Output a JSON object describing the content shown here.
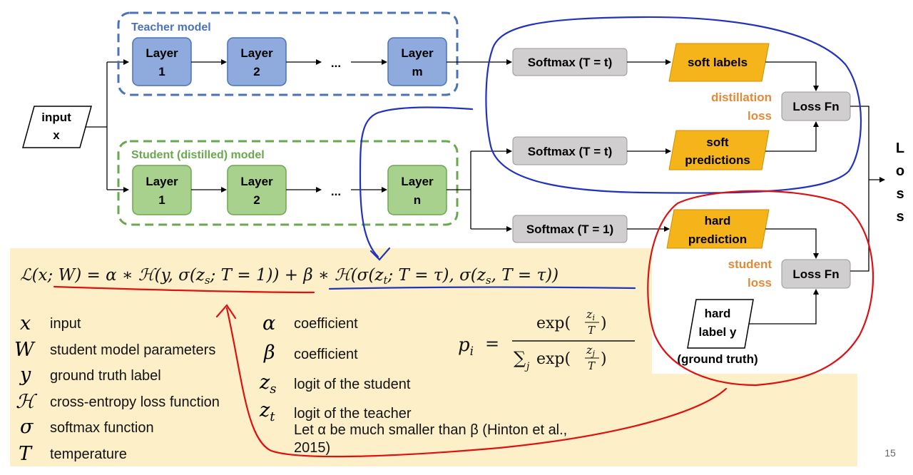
{
  "teacher": {
    "caption": "Teacher model",
    "layers": [
      {
        "line1": "Layer",
        "line2": "1"
      },
      {
        "line1": "Layer",
        "line2": "2"
      },
      {
        "line1": "Layer",
        "line2": "m"
      }
    ],
    "ellipsis": "..."
  },
  "student": {
    "caption": "Student (distilled) model",
    "layers": [
      {
        "line1": "Layer",
        "line2": "1"
      },
      {
        "line1": "Layer",
        "line2": "2"
      },
      {
        "line1": "Layer",
        "line2": "n"
      }
    ],
    "ellipsis": "..."
  },
  "input": {
    "line1": "input",
    "line2": "x"
  },
  "softmax": [
    "Softmax (T = t)",
    "Softmax (T = t)",
    "Softmax (T = 1)"
  ],
  "outputs": {
    "soft_labels": "soft labels",
    "soft_predictions": {
      "line1": "soft",
      "line2": "predictions"
    },
    "hard_prediction": {
      "line1": "hard",
      "line2": "prediction"
    },
    "hard_label": {
      "line1": "hard",
      "line2": "label y"
    },
    "ground_truth": "(ground truth)"
  },
  "loss": {
    "distillation_caption": {
      "line1": "distillation",
      "line2": "loss"
    },
    "student_caption": {
      "line1": "student",
      "line2": "loss"
    },
    "loss_fn_label": "Loss Fn",
    "total_letters": [
      "L",
      "o",
      "s",
      "s"
    ]
  },
  "equation": {
    "lhs": "ℒ(x; W) = ",
    "term1": "α ∗ ℋ(y, σ(z",
    "term1_sub": "s",
    "term1_end": "; T = 1))",
    "plus": " + ",
    "term2": "β ∗ ℋ(σ(z",
    "term2_sub1": "t",
    "term2_mid": "; T = τ), σ(z",
    "term2_sub2": "s",
    "term2_end": ", T = τ))"
  },
  "softmax_formula": {
    "lhs": "p",
    "lhs_sub": "i",
    "equals": "=",
    "num_func": "exp(",
    "num_z": "z",
    "num_z_sub": "i",
    "num_den": "T",
    "num_close": ")",
    "den_sum": "∑",
    "den_sum_sub": "j",
    "den_func": "exp(",
    "den_z": "z",
    "den_z_sub": "j",
    "den_den": "T",
    "den_close": ")"
  },
  "legend_left": [
    {
      "symbol": "x",
      "desc": "input"
    },
    {
      "symbol": "W",
      "desc": "student model parameters"
    },
    {
      "symbol": "y",
      "desc": "ground truth label"
    },
    {
      "symbol": "ℋ",
      "desc": "cross-entropy loss function"
    },
    {
      "symbol": "σ",
      "desc": "softmax function"
    },
    {
      "symbol": "T",
      "desc": "temperature"
    }
  ],
  "legend_right": [
    {
      "symbol": "α",
      "sub": "",
      "desc": "coefficient"
    },
    {
      "symbol": "β",
      "sub": "",
      "desc": "coefficient"
    },
    {
      "symbol": "z",
      "sub": "s",
      "desc": "logit of the student"
    },
    {
      "symbol": "z",
      "sub": "t",
      "desc": "logit of the teacher"
    }
  ],
  "note": {
    "line1": "Let α be much smaller than β (Hinton et al.,",
    "line2": "2015)"
  },
  "page_number": "15",
  "colors": {
    "teacher_fill": "#8faadc",
    "teacher_border": "#4a72b8",
    "student_fill": "#a9d18e",
    "student_border": "#6aa84f",
    "softmax_fill": "#d0cece",
    "output_fill": "#f4b41a",
    "note_bg": "#fdf0c9",
    "orange_text": "#e08a3a",
    "blue_ink": "#2233bb",
    "red_ink": "#dd1111"
  }
}
